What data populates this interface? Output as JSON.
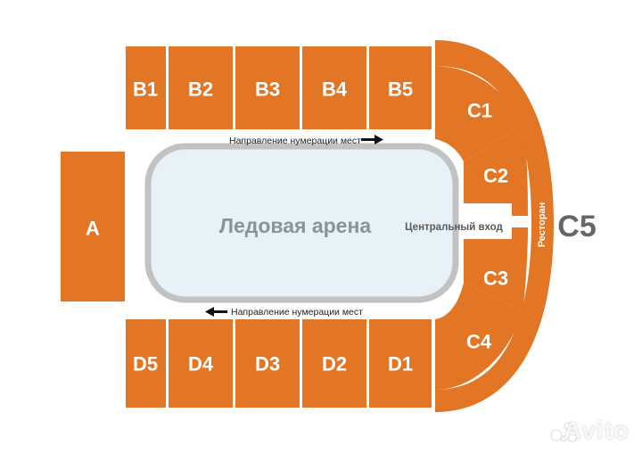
{
  "colors": {
    "sector": "#e27625",
    "ice": "#e6f1f8",
    "ice_border": "#c2c2c2",
    "background": "#ffffff"
  },
  "sectors": {
    "a": "A",
    "b1": "B1",
    "b2": "B2",
    "b3": "B3",
    "b4": "B4",
    "b5": "B5",
    "c1": "C1",
    "c2": "C2",
    "c3": "C3",
    "c4": "C4",
    "c5": "C5",
    "d1": "D1",
    "d2": "D2",
    "d3": "D3",
    "d4": "D4",
    "d5": "D5"
  },
  "arena_label": "Ледовая арена",
  "entrance_label": "Центральный вход",
  "restaurant_label": "Ресторан",
  "numbering_top": "Направление нумерации мест",
  "numbering_bottom": "Направление нумерации мест",
  "arrow_top_icon": "arrow-right-icon",
  "arrow_bottom_icon": "arrow-left-icon",
  "watermark_icon": "avito-logo-icon",
  "watermark": "Avito"
}
